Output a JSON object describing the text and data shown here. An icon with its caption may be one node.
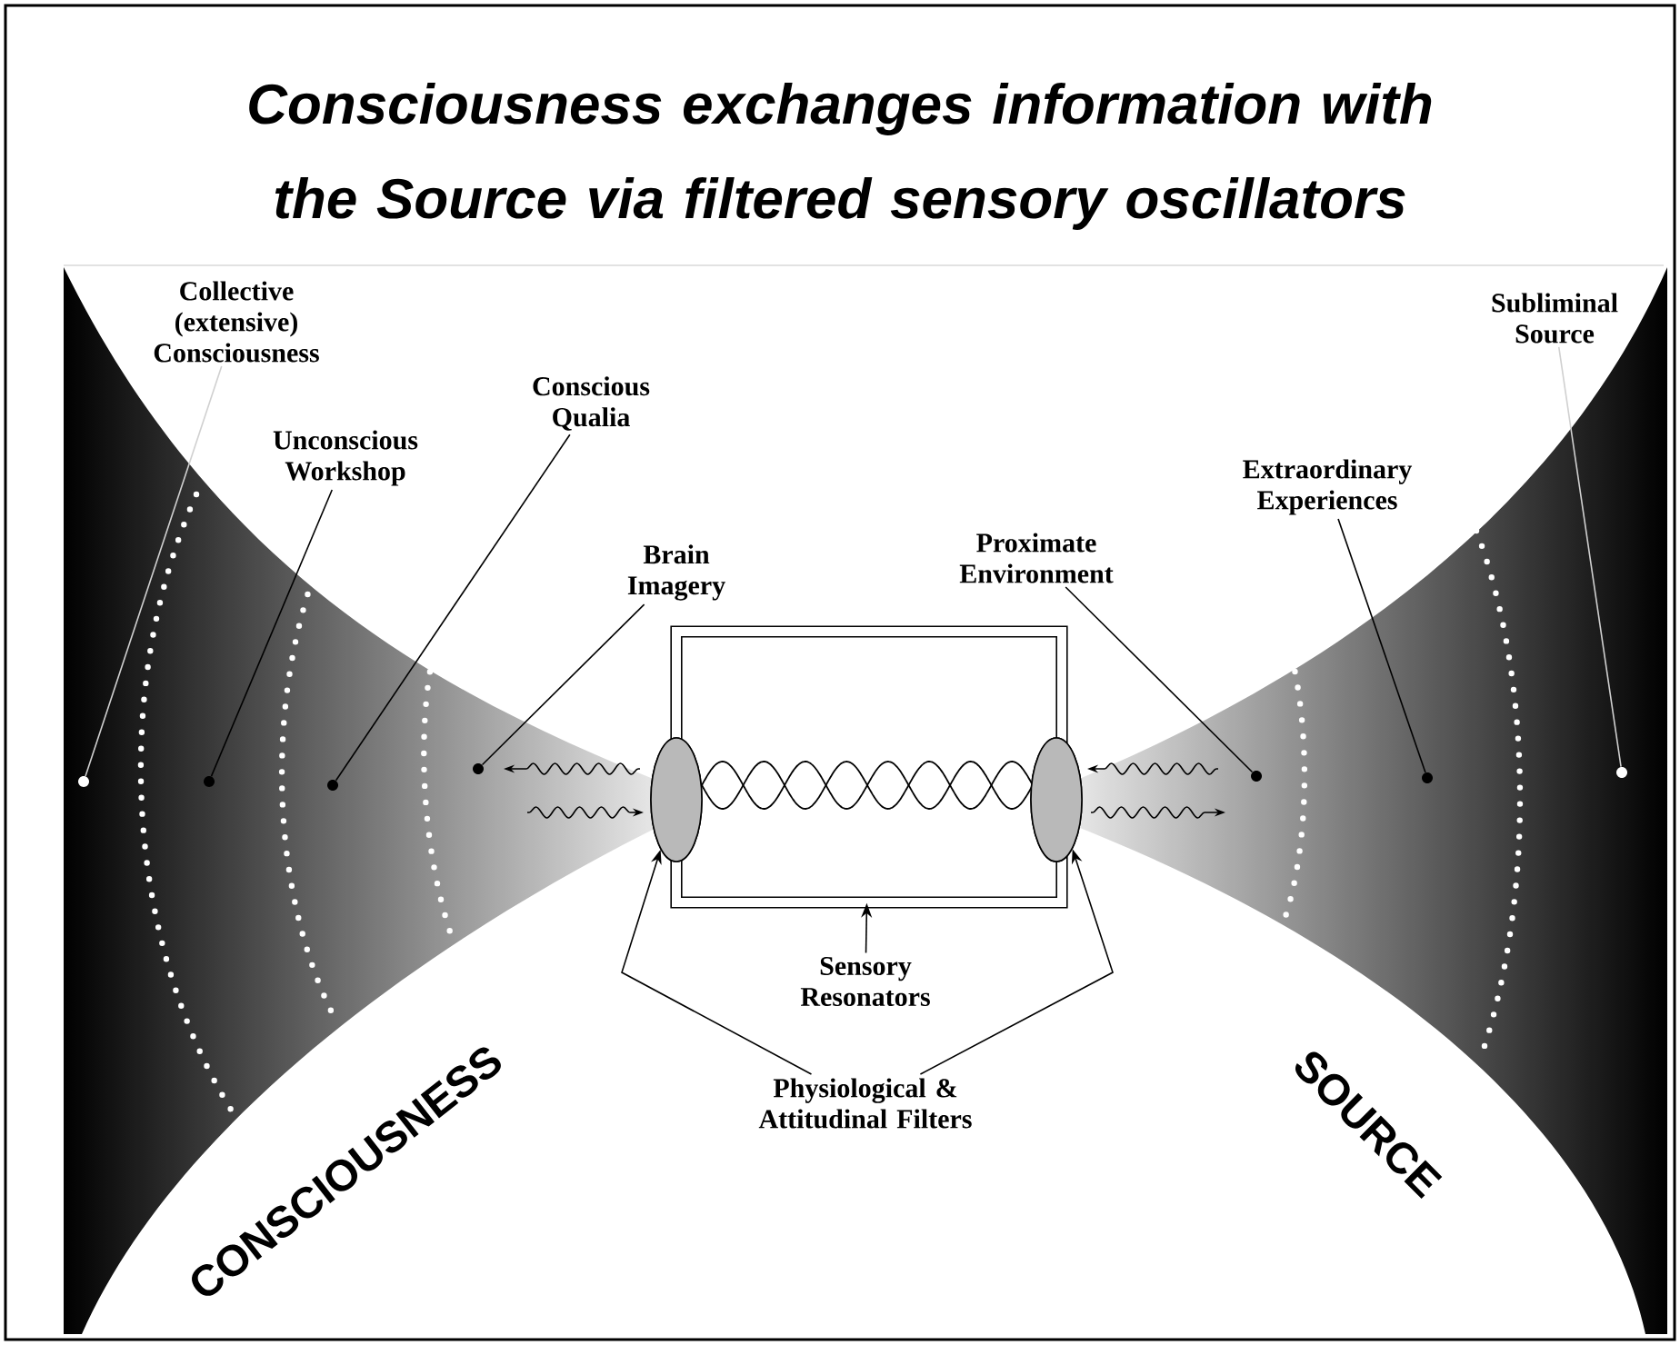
{
  "diagram": {
    "title": "Consciousness exchanges information with the Source via filtered sensory oscillators",
    "nodes": [
      {
        "text": [
          "Collective (extensive) Consciousness"
        ]
      },
      {
        "text": [
          "Unconscious Workshop"
        ]
      },
      {
        "text": [
          "Conscious Qualia"
        ]
      },
      {
        "text": [
          "Brain Imagery"
        ]
      },
      {
        "text": [
          "Proximate Environment"
        ]
      },
      {
        "text": [
          "Extraordinary Experiences"
        ]
      },
      {
        "text": [
          "Subliminal Source"
        ]
      },
      {
        "text": [
          "Sensory Resonators"
        ]
      },
      {
        "text": [
          "Physiological & Attitudinal Filters"
        ]
      },
      {
        "text": [],
        "shape": "circle"
      },
      {
        "text": [],
        "shape": "circle"
      },
      {
        "text": [],
        "shape": "circle"
      },
      {
        "text": [],
        "shape": "circle"
      },
      {
        "text": [],
        "shape": "circle"
      },
      {
        "text": [],
        "shape": "circle"
      },
      {
        "text": [],
        "shape": "circle"
      },
      {
        "text": [],
        "shape": "box"
      },
      {
        "text": [],
        "shape": "ellipse"
      },
      {
        "text": [],
        "shape": "ellipse"
      }
    ],
    "edges": [
      {
        "from": 0,
        "to": 9,
        "arrow": "none",
        "color": "#d0d0d0"
      },
      {
        "from": 1,
        "to": 10,
        "arrow": "none"
      },
      {
        "from": 2,
        "to": 11,
        "arrow": "none"
      },
      {
        "from": 3,
        "to": 12,
        "arrow": "none"
      },
      {
        "from": 4,
        "to": 13,
        "arrow": "none"
      },
      {
        "from": 5,
        "to": 14,
        "arrow": "none"
      },
      {
        "from": 6,
        "to": 15,
        "arrow": "none",
        "color": "#d0d0d0"
      },
      {
        "from": 7,
        "to": 16,
        "arrow": "to"
      },
      {
        "from": 8,
        "to": 17,
        "arrow": "to"
      },
      {
        "from": 8,
        "to": 18,
        "arrow": "to"
      }
    ],
    "labels": [
      "CONSCIOUSNESS",
      "SOURCE"
    ]
  }
}
